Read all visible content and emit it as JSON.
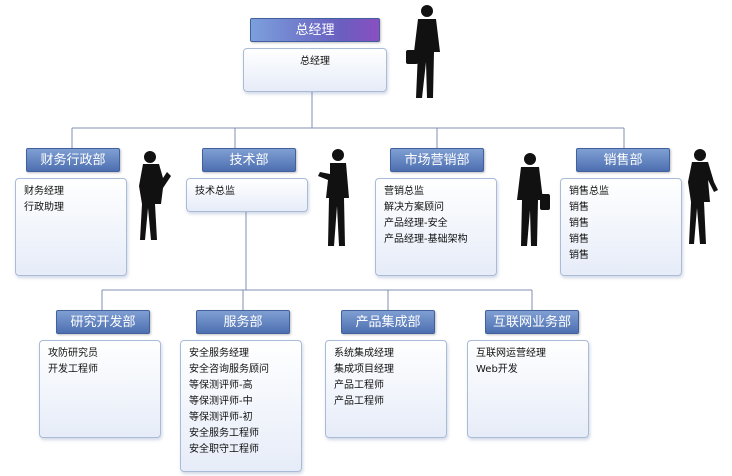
{
  "general_manager": {
    "header": "总经理",
    "items": [
      "总经理"
    ]
  },
  "departments": [
    {
      "header": "财务行政部",
      "items": [
        "财务经理",
        "行政助理"
      ]
    },
    {
      "header": "技术部",
      "items": [
        "技术总监"
      ]
    },
    {
      "header": "市场营销部",
      "items": [
        "营销总监",
        "解决方案顾问",
        "产品经理-安全",
        "产品经理-基础架构"
      ]
    },
    {
      "header": "销售部",
      "items": [
        "销售总监",
        "销售",
        "销售",
        "销售",
        "销售"
      ]
    }
  ],
  "tech_subdepartments": [
    {
      "header": "研究开发部",
      "items": [
        "攻防研究员",
        "开发工程师"
      ]
    },
    {
      "header": "服务部",
      "items": [
        "安全服务经理",
        "安全咨询服务顾问",
        "等保测评师-高",
        "等保测评师-中",
        "等保测评师-初",
        "安全服务工程师",
        "安全职守工程师"
      ]
    },
    {
      "header": "产品集成部",
      "items": [
        "系统集成经理",
        "集成项目经理",
        "产品工程师",
        "产品工程师"
      ]
    },
    {
      "header": "互联网业务部",
      "items": [
        "互联网运营经理",
        "Web开发"
      ]
    }
  ],
  "colors": {
    "header_bg": "#5e7fc0",
    "line": "#7f8fb0",
    "silhouette": "#111111"
  },
  "icons": [
    "businessman-silhouette",
    "woman-silhouette",
    "man-phone-silhouette",
    "man-briefcase-silhouette"
  ]
}
